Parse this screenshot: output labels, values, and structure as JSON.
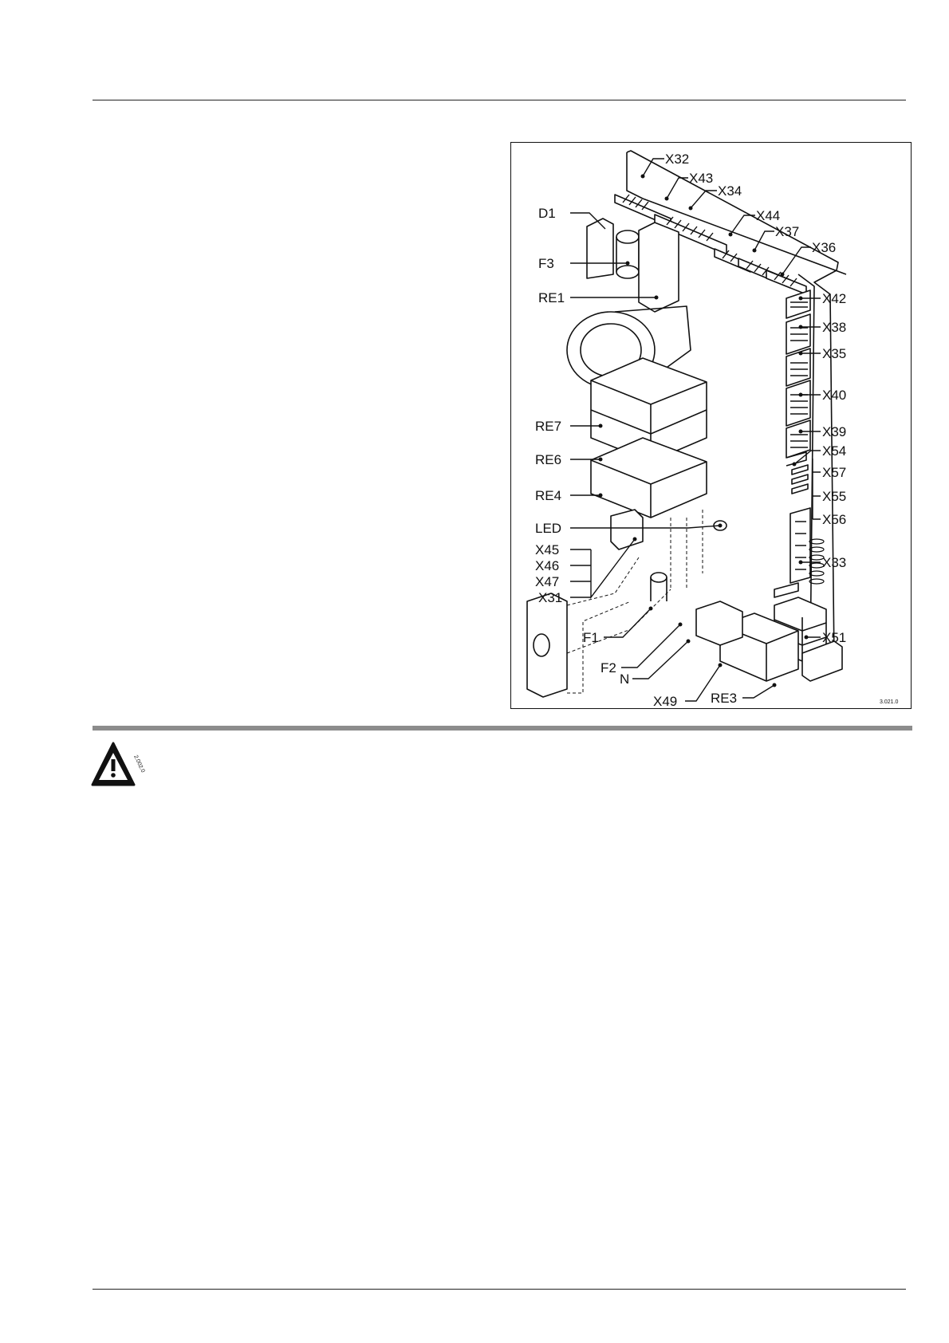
{
  "figure": {
    "id_code": "3.021.0",
    "labels": {
      "x32": "X32",
      "x43": "X43",
      "x34": "X34",
      "x44": "X44",
      "x37": "X37",
      "x36": "X36",
      "d1": "D1",
      "f3": "F3",
      "re1": "RE1",
      "x42": "X42",
      "x38": "X38",
      "x35": "X35",
      "x40": "X40",
      "x39": "X39",
      "x54": "X54",
      "x57": "X57",
      "x55": "X55",
      "x56": "X56",
      "re7": "RE7",
      "re6": "RE6",
      "re4": "RE4",
      "led": "LED",
      "x45": "X45",
      "x46": "X46",
      "x47": "X47",
      "x31": "X31",
      "x33": "X33",
      "f1": "F1",
      "f2": "F2",
      "n": "N",
      "x49": "X49",
      "x51": "X51",
      "re3": "RE3"
    }
  },
  "warning": {
    "icon": "warning-triangle-icon",
    "code": "2.002.0"
  }
}
